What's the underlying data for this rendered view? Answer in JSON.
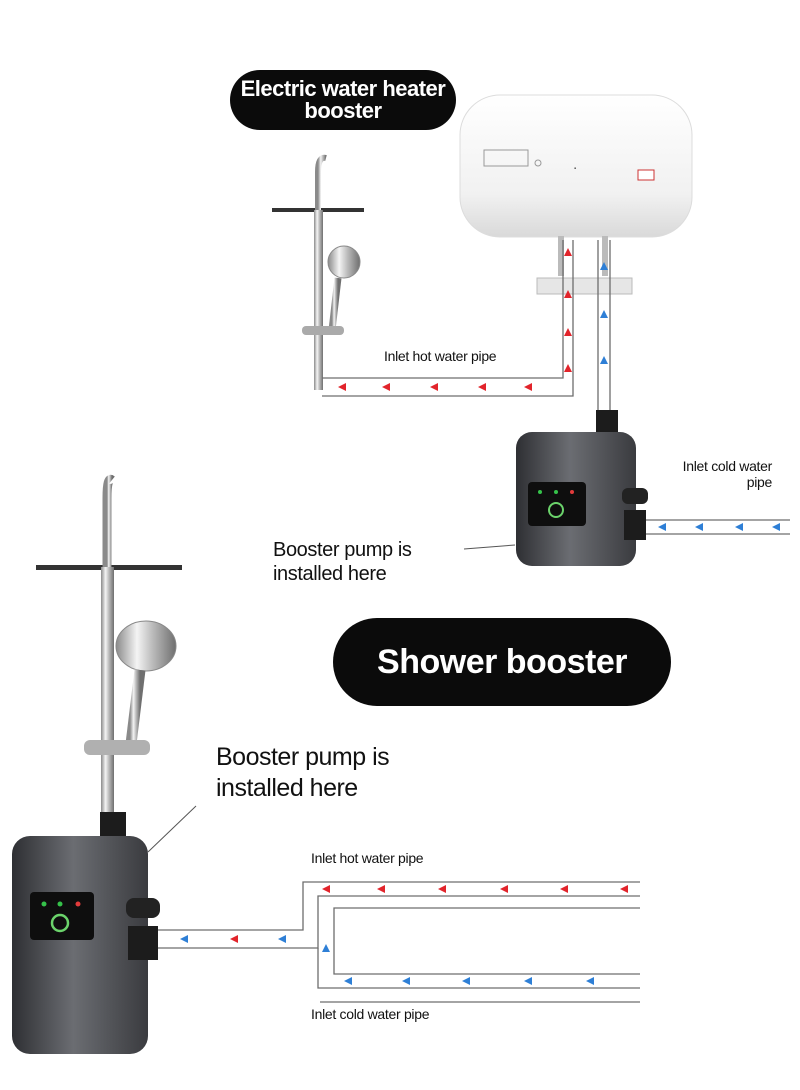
{
  "titles": {
    "heater_booster": "Electric water heater booster",
    "shower_booster": "Shower booster"
  },
  "labels": {
    "top_inlet_hot": "Inlet hot water pipe",
    "top_inlet_cold": "Inlet cold water pipe",
    "top_pump_installed": "Booster pump is installed here",
    "bottom_pump_installed": "Booster pump is installed here",
    "bottom_inlet_hot": "Inlet hot water pipe",
    "bottom_inlet_cold": "Inlet cold water pipe"
  },
  "colors": {
    "hot_arrow": "#e2242b",
    "cold_arrow": "#2e7fd6",
    "pill_bg": "#0b0b0b",
    "pipe_line": "#6d6d6d"
  },
  "icons": [
    "shower-icon",
    "water-heater-icon",
    "booster-pump-icon",
    "flow-arrow-icon"
  ]
}
